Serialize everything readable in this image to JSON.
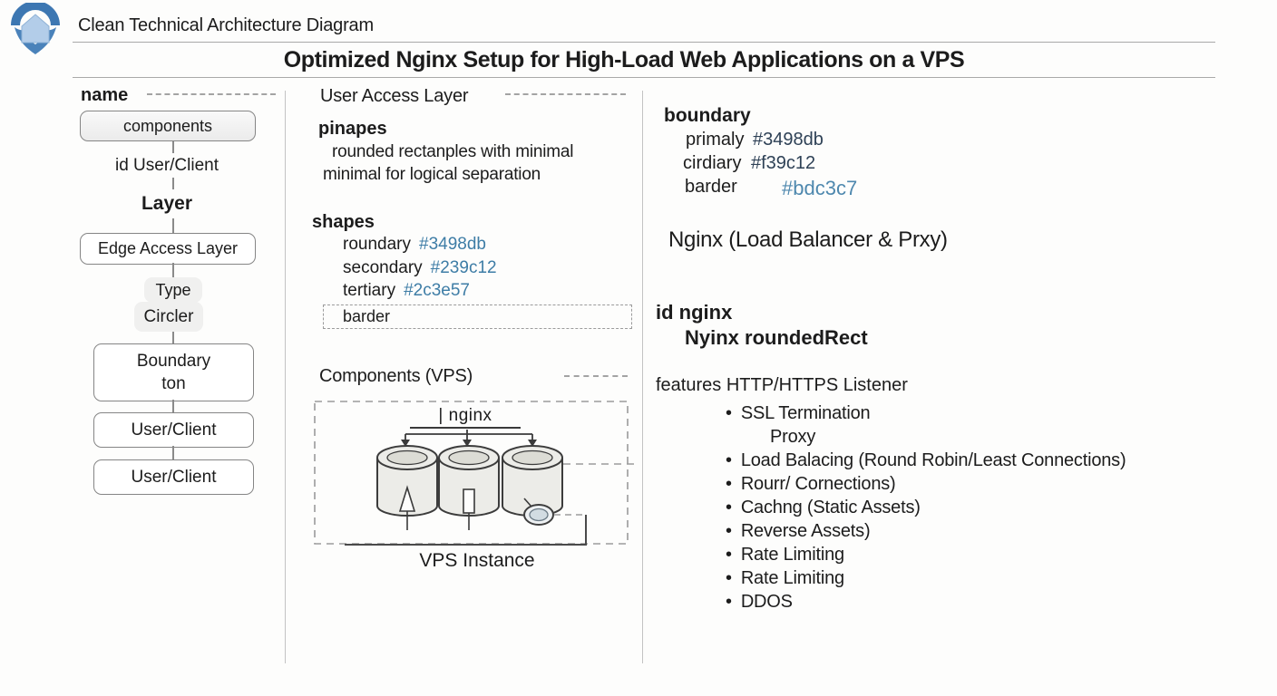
{
  "header": {
    "logo_name": "compass-pin-logo",
    "app_title": "Clean Technical Architecture Diagram",
    "doc_title": "Optimized Nginx Setup for High-Load Web Applications on a VPS"
  },
  "left_panel": {
    "name_heading": "name",
    "components_box_label": "components",
    "id_user_client_label": "id User/Client",
    "layer_heading": "Layer",
    "edge_access_box_label": "Edge Access Layer",
    "type_tag": "Type",
    "circler_tag": "Circler",
    "boundary_box_line1": "Boundary",
    "boundary_box_line2": "ton",
    "user_client_box1_label": "User/Client",
    "user_client_box2_label": "User/Client"
  },
  "middle_panel": {
    "section_title": "User Access Layer",
    "pinapes_heading": "pinapes",
    "pinapes_line1": "rounded rectanples with minimal",
    "pinapes_line2": "minimal for logical separation",
    "shapes_heading": "shapes",
    "shapes_entries": [
      {
        "label": "roundary",
        "hex": "#3498db",
        "text_color": "#3e7da6"
      },
      {
        "label": "secondary",
        "hex": "#239c12",
        "text_color": "#3e7da6"
      },
      {
        "label": "tertiary",
        "hex": "#2c3e57",
        "text_color": "#3e7da6"
      }
    ],
    "barder_label": "barder",
    "components_heading": "Components (VPS)",
    "nginx_label": "| nginx",
    "vps_caption": "VPS Instance"
  },
  "right_panel": {
    "boundary_heading": "boundary",
    "boundary_entries": [
      {
        "label": "primaly",
        "hex": "#3498db",
        "text_color": "#2e4156"
      },
      {
        "label": "cirdiary",
        "hex": "#f39c12",
        "text_color": "#2e4156"
      },
      {
        "label": "barder",
        "hex": "#bdc3c7",
        "text_color": "#4e88ae"
      }
    ],
    "nginx_title": "Nginx (Load Balancer & Prxy)",
    "id_nginx_heading": "id nginx",
    "id_nginx_sub": "Nyinx roundedRect",
    "features_heading": "features HTTP/HTTPS Listener",
    "features": [
      {
        "text": "SSL Termination"
      },
      {
        "text": "Proxy"
      },
      {
        "text": "Load Balacing (Round Robin/Least Connections)"
      },
      {
        "text": "Rourr/ Cornections)"
      },
      {
        "text": "Cachng (Static Assets)"
      },
      {
        "text": "Reverse Assets)"
      },
      {
        "text": "Rate Limiting"
      },
      {
        "text": "Rate Limiting"
      },
      {
        "text": "DDOS"
      }
    ]
  }
}
